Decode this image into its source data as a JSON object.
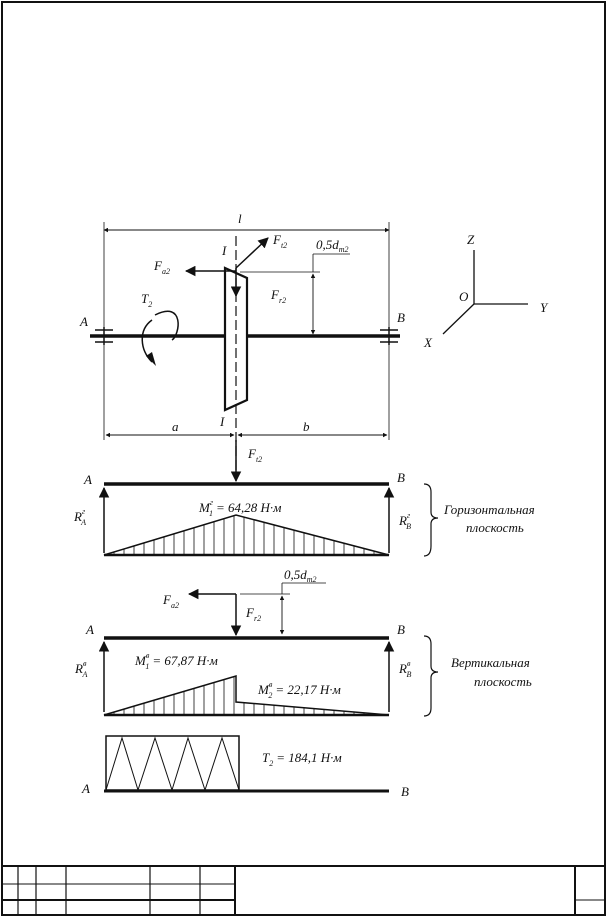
{
  "labels": {
    "length_total": "l",
    "section": "I",
    "section_bottom": "I",
    "support_a": "A",
    "support_b": "B",
    "dim_a": "a",
    "dim_b": "b",
    "torque": "T",
    "torque_sub": "2",
    "ft": "F",
    "ft_sub": "t2",
    "fr": "F",
    "fr_sub": "r2",
    "fa": "F",
    "fa_sub": "a2",
    "half_d": "0,5d",
    "half_d_sub": "m2"
  },
  "axes": {
    "z": "Z",
    "origin": "O",
    "y": "Y",
    "x": "X"
  },
  "horizontal": {
    "support_a": "A",
    "support_b": "B",
    "ra": "R",
    "ra_sup": "г",
    "ra_sub": "A",
    "rb": "R",
    "rb_sup": "г",
    "rb_sub": "B",
    "moment_prefix": "M",
    "moment_sup": "г",
    "moment_sub": "1",
    "moment_value": "= 64,28 Н·м",
    "plane_line1": "Горизонтальная",
    "plane_line2": "плоскость"
  },
  "vertical": {
    "support_a": "A",
    "support_b": "B",
    "ra": "R",
    "ra_sup": "в",
    "ra_sub": "A",
    "rb": "R",
    "rb_sup": "в",
    "rb_sub": "B",
    "m1_prefix": "M",
    "m1_sup": "в",
    "m1_sub": "1",
    "m1_value": "= 67,87 Н·м",
    "m2_prefix": "M",
    "m2_sup": "в",
    "m2_sub": "2",
    "m2_value": "= 22,17 Н·м",
    "plane_line1": "Вертикальная",
    "plane_line2": "плоскость"
  },
  "torque_diagram": {
    "label": "T",
    "label_sub": "2",
    "value": "= 184,1 Н·м",
    "support_a": "A",
    "support_b": "B"
  }
}
